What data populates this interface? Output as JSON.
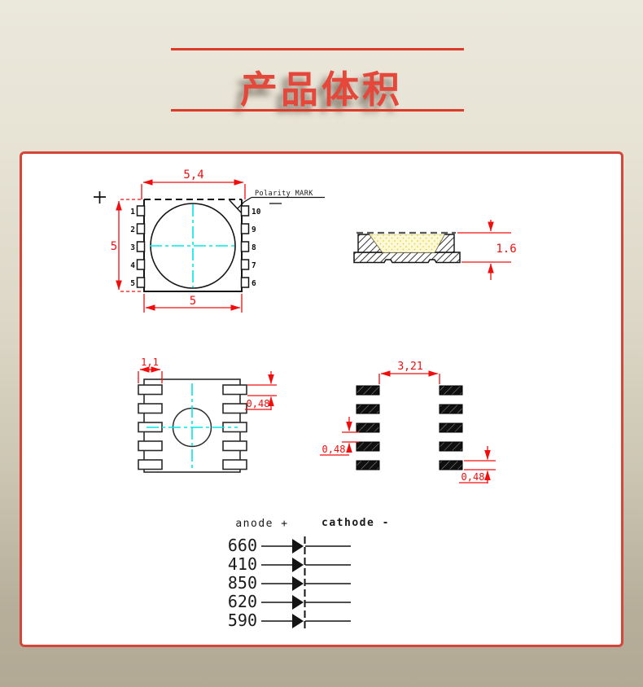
{
  "header": {
    "title": "产品体积"
  },
  "top_view": {
    "dim_top_width": "5,4",
    "dim_side_height": "5",
    "dim_bottom_width": "5",
    "polarity_label": "Polarity MARK",
    "pins_left": [
      "1",
      "2",
      "3",
      "4",
      "5"
    ],
    "pins_right": [
      "10",
      "9",
      "8",
      "7",
      "6"
    ]
  },
  "side_view": {
    "dim_thickness": "1.6"
  },
  "footprint": {
    "dim_pad_width": "1,1",
    "dim_pad_height": "0,48"
  },
  "pad_layout": {
    "dim_column_gap": "3,21",
    "dim_row_gap": "0,48",
    "dim_pad_height": "0,48"
  },
  "circuit": {
    "anode_label": "anode +",
    "cathode_label": "cathode -",
    "wavelengths": [
      "660",
      "410",
      "850",
      "620",
      "590"
    ]
  },
  "colors": {
    "dimension_red": "#f20d0d",
    "centerline_cyan": "#00e8e8",
    "title_red": "#e5483a",
    "panel_border_red": "#d6453a",
    "cavity_yellow": "#fdf9d8"
  }
}
